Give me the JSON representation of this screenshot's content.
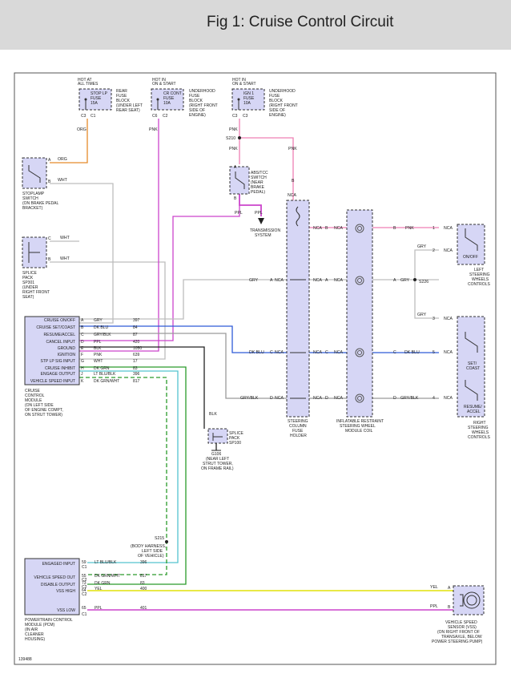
{
  "page": {
    "title": "Fig 1: Cruise Control Circuit",
    "figure_id": "139488"
  },
  "colors": {
    "orange": "#e58a2a",
    "white_wire": "#bdbdbd",
    "pink": "#ef7fb3",
    "violet": "#cc44cc",
    "blue": "#2e5bd8",
    "green": "#2a9a2a",
    "cyan": "#55c4cf",
    "yellow": "#e6e62b",
    "component_fill": "#d6d6f5",
    "outline": "#333333"
  },
  "fuses": {
    "stoplp": {
      "hot": "HOT AT",
      "hot2": "ALL TIMES",
      "n1": "STOP LP",
      "n2": "FUSE",
      "n3": "15A",
      "d1": "REAR",
      "d2": "FUSE",
      "d3": "BLOCK",
      "d4": "(UNDER LEFT",
      "d5": "REAR SEAT)",
      "p1": "C3",
      "p2": "C1"
    },
    "crcont": {
      "hot": "HOT IN",
      "hot2": "ON & START",
      "n1": "CR CONT",
      "n2": "FUSE",
      "n3": "10A",
      "d1": "UNDERHOOD",
      "d2": "FUSE",
      "d3": "BLOCK",
      "d4": "(RIGHT FRONT",
      "d5": "SIDE OF",
      "d6": "ENGINE)",
      "p1": "C6",
      "p2": "C2"
    },
    "ign1": {
      "hot": "HOT IN",
      "hot2": "ON & START",
      "n1": "IGN 1",
      "n2": "FUSE",
      "n3": "10A",
      "d1": "UNDERHOOD",
      "d2": "FUSE",
      "d3": "BLOCK",
      "d4": "(RIGHT FRONT",
      "d5": "SIDE OF",
      "d6": "ENGINE)",
      "p1": "C3",
      "p2": "C3"
    }
  },
  "wires": {
    "org": "ORG",
    "pnk": "PNK",
    "wht": "WHT",
    "ppl": "PPL",
    "blk": "BLK",
    "gry": "GRY",
    "dkblu": "DK BLU",
    "gryblk": "GRY/BLK",
    "nca": "NCA",
    "yel": "YEL"
  },
  "splices": {
    "s210": "S210",
    "s226": "S226",
    "s215": "S215"
  },
  "stoplamp": {
    "a": "A",
    "b": "B",
    "l1": "STOPLAMP",
    "l2": "SWITCH",
    "l3": "(ON BRAKE PEDAL",
    "l4": "BRACKET)"
  },
  "sp301": {
    "c": "C",
    "b": "B",
    "l1": "SPLICE",
    "l2": "PACK",
    "l3": "SP301",
    "l4": "(UNDER",
    "l5": "RIGHT FRONT",
    "l6": "SEAT)"
  },
  "abs": {
    "a": "A",
    "b": "B",
    "l1": "ABS/TCC",
    "l2": "SWITCH",
    "l3": "(NEAR",
    "l4": "BRAKE",
    "l5": "PEDAL)",
    "t1": "TRANSMISSION",
    "t2": "SYSTEM"
  },
  "ccm": {
    "rows": [
      {
        "label": "CRUISE ON/OFF",
        "pin": "A",
        "wire": "GRY",
        "circuit": "397"
      },
      {
        "label": "CRUISE SET/COAST",
        "pin": "B",
        "wire": "DK BLU",
        "circuit": "84"
      },
      {
        "label": "RESUME/ACCEL",
        "pin": "C",
        "wire": "GRY/BLK",
        "circuit": "87"
      },
      {
        "label": "CANCEL INPUT",
        "pin": "D",
        "wire": "PPL",
        "circuit": "420"
      },
      {
        "label": "GROUND",
        "pin": "E",
        "wire": "BLK",
        "circuit": "1050"
      },
      {
        "label": "IGNITION",
        "pin": "F",
        "wire": "PNK",
        "circuit": "639"
      },
      {
        "label": "STP LP SIG INPUT",
        "pin": "G",
        "wire": "WHT",
        "circuit": "17"
      },
      {
        "label": "CRUISE INHIBIT",
        "pin": "H",
        "wire": "DK GRN",
        "circuit": "83"
      },
      {
        "label": "ENGAGE OUTPUT",
        "pin": "J",
        "wire": "LT BLU/BLK",
        "circuit": "396"
      },
      {
        "label": "VEHICLE SPEED INPUT",
        "pin": "K",
        "wire": "DK GRN/WHT",
        "circuit": "817"
      }
    ],
    "l1": "CRUISE",
    "l2": "CONTROL",
    "l3": "MODULE",
    "l4": "(ON LEFT SIDE",
    "l5": "OF ENGINE COMPT,",
    "l6": "ON STRUT TOWER)"
  },
  "sp100": {
    "blk": "BLK",
    "l1": "SPLICE",
    "l2": "PACK",
    "l3": "SP100",
    "g1": "G106",
    "g2": "(NEAR LEFT",
    "g3": "STRUT TOWER,",
    "g4": "ON FRAME RAIL)"
  },
  "s215note": {
    "l1": "(BODY HARNESS,",
    "l2": "LEFT SIDE",
    "l3": "OF VEHICLE)"
  },
  "pcm": {
    "rows": [
      {
        "label": "ENGAGED INPUT",
        "pin": "59",
        "conn": "C1",
        "wire": "LT BLU/BLK",
        "circuit": "396"
      },
      {
        "label": "VEHICLE SPEED OUT",
        "pin": "55",
        "conn": "C2",
        "wire": "DK GRN/WHT",
        "circuit": "817"
      },
      {
        "label": "DISABLE OUTPUT",
        "pin": "73",
        "conn": "C2",
        "wire": "DK GRN",
        "circuit": "83"
      },
      {
        "label": "VSS HIGH",
        "pin": "64",
        "conn": "C2",
        "wire": "YEL",
        "circuit": "400"
      },
      {
        "label": "VSS LOW",
        "pin": "65",
        "conn": "C1",
        "wire": "PPL",
        "circuit": "401"
      }
    ],
    "l1": "POWERTRAIN CONTROL",
    "l2": "MODULE (PCM)",
    "l3": "(IN AIR",
    "l4": "CLEANER",
    "l5": "HOUSING)"
  },
  "steering_fuse": {
    "l1": "STEERING",
    "l2": "COLUMN",
    "l3": "FUSE",
    "l4": "HOLDER"
  },
  "coil": {
    "l1": "INFLATABLE RESTRAINT",
    "l2": "STEERING WHEEL",
    "l3": "MODULE COIL"
  },
  "left_controls": {
    "l1": "ON/OFF",
    "l2": "LEFT",
    "l3": "STEERING",
    "l4": "WHEELS",
    "l5": "CONTROLS"
  },
  "right_controls": {
    "l1": "SET/",
    "l2": "COAST",
    "l3": "RESUME/",
    "l4": "ACCEL",
    "l5": "RIGHT",
    "l6": "STEERING",
    "l7": "WHEELS",
    "l8": "CONTROLS"
  },
  "vss": {
    "a": "A",
    "b": "B",
    "l1": "VEHICLE SPEED",
    "l2": "SENSOR (VSS)",
    "l3": "(ON RIGHT FRONT OF",
    "l4": "TRANSAXLE, BELOW",
    "l5": "POWER STEERING PUMP)"
  },
  "pins": {
    "a": "A",
    "b": "B",
    "c": "C",
    "d": "D",
    "e": "E",
    "f": "F",
    "p1": "1",
    "p2": "2",
    "p3": "3",
    "p4": "4",
    "p5": "5"
  }
}
